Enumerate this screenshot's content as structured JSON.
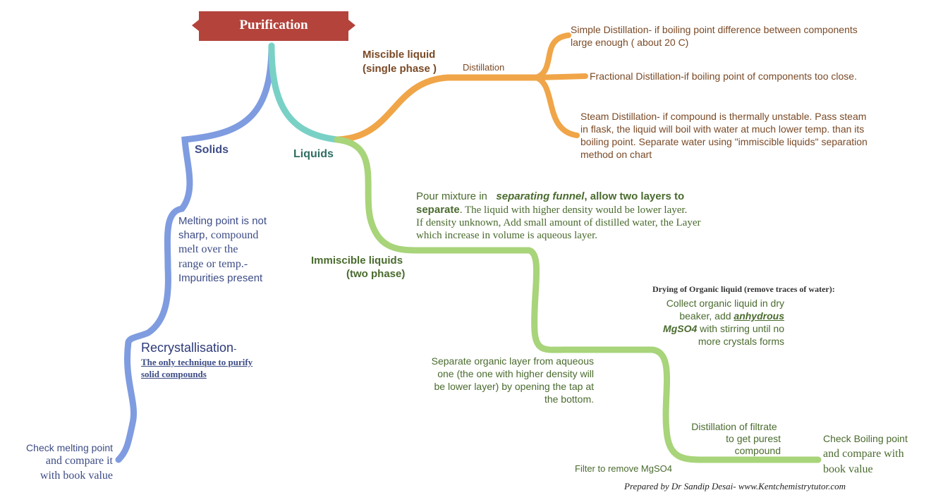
{
  "title": "Purification",
  "colors": {
    "title_fill": "#b4433c",
    "solids_branch": "#7f9ce0",
    "liquids_branch": "#79d1c6",
    "miscible_branch": "#f0a548",
    "immiscible_branch": "#a8d47a"
  },
  "solids": {
    "label": "Solids",
    "melting_point_sans_1": "Melting point is not",
    "melting_point_sans_2": "sharp,",
    "melting_point_serif_2": "compound",
    "melting_point_serif_3": "melt over the",
    "melting_point_serif_4": "range or temp.-",
    "melting_point_sans_5": "Impurities present",
    "recryst_label": "Recrystallisation",
    "recryst_dash": "-",
    "recryst_note_1": "The only technique to purify",
    "recryst_note_2": "solid compounds",
    "check_mp_1": "Check melting point",
    "check_mp_2": "and compare it",
    "check_mp_3": "with book value"
  },
  "liquids": {
    "label": "Liquids",
    "miscible": {
      "label_1": "Miscible liquid",
      "label_2": "(single phase )",
      "distillation": "Distillation",
      "simple_1": "Simple Distillation- if boiling point difference between components",
      "simple_2": "large enough ( about 20 C)",
      "fractional": "Fractional Distillation-if boiling point of components too close.",
      "steam_1": "Steam Distillation- if compound is thermally unstable. Pass steam",
      "steam_2": "in flask, the liquid will boil with water at much lower temp. than its",
      "steam_3": "boiling point. Separate water using \"immiscible liquids\" separation",
      "steam_4": "method on chart"
    },
    "immiscible": {
      "label_1": "Immiscible liquids",
      "label_2": "(two phase)",
      "pour_a": "Pour mixture in",
      "pour_b": "separating funnel",
      "pour_c": ", allow two layers to",
      "pour_d": "separate",
      "pour_e": ". The liquid with higher density would be lower layer.",
      "pour_2": "If density unknown, Add small amount of distilled water, the Layer",
      "pour_3": "which increase in volume is aqueous layer.",
      "separate_1": "Separate organic layer from aqueous",
      "separate_2": "one (the one with higher density will",
      "separate_3": "be lower layer) by opening the tap at",
      "separate_4": "the bottom.",
      "drying_title": "Drying of Organic liquid (remove traces of water):",
      "drying_1": "Collect organic liquid in dry",
      "drying_2a": "beaker, add",
      "drying_2b": "anhydrous",
      "drying_3a": "MgSO4",
      "drying_3b": "with stirring until no",
      "drying_4": "more crystals forms",
      "filter": "Filter to remove MgSO4",
      "distill_1": "Distillation of filtrate",
      "distill_2": "to get purest",
      "distill_3": "compound",
      "check_bp_1": "Check Boiling point",
      "check_bp_2": "and compare with",
      "check_bp_3": "book value"
    }
  },
  "credit": "Prepared by Dr Sandip Desai- www.Kentchemistrytutor.com"
}
